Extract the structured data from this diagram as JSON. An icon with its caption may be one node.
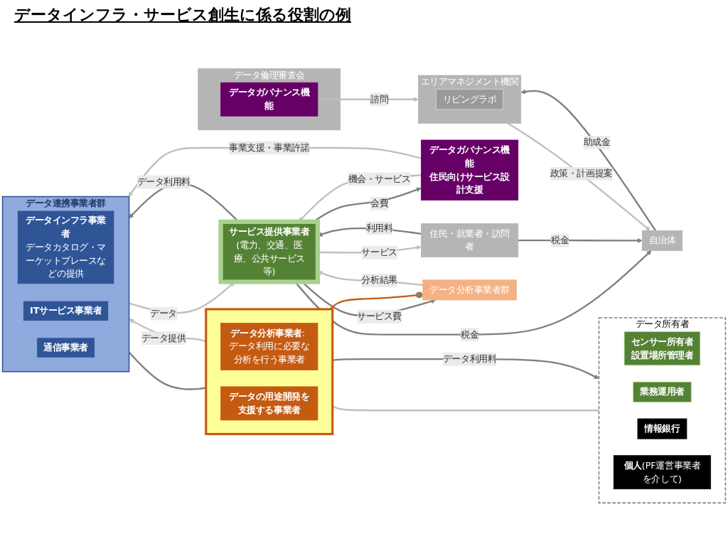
{
  "diagram": {
    "title": "データインフラ・サービス創生に係る役割の例",
    "nodes": [
      {
        "text": [
          "データ倫理審査会"
        ]
      },
      {
        "text": [
          "データガバナンス機能"
        ],
        "in": 0
      },
      {
        "text": [
          "エリアマネジメント機関"
        ]
      },
      {
        "text": [
          "リビングラボ"
        ],
        "in": 2
      },
      {
        "text": [
          "データガバナンス機能",
          "住民向けサービス設計支援"
        ]
      },
      {
        "text": [
          "自治体"
        ]
      },
      {
        "text": [
          "サービス提供事業者",
          "(電力、交通、医療、公共サービス等)"
        ]
      },
      {
        "text": [
          "住民・就業者・訪問者"
        ]
      },
      {
        "text": [
          "データ連携事業者群"
        ]
      },
      {
        "text": [
          "データインフラ事業者",
          "データカタログ・マーケットプレースなどの提供"
        ],
        "in": 8
      },
      {
        "text": [
          "ITサービス事業者"
        ],
        "in": 8
      },
      {
        "text": [
          "通信事業者"
        ],
        "in": 8
      },
      {
        "text": [
          "データ分析事業者群"
        ]
      },
      {
        "text": [],
        "shape": "box"
      },
      {
        "text": [
          "**データ分析事業者**: データ利用に必要な分析を行う事業者"
        ],
        "in": 13
      },
      {
        "text": [
          "データの用途開発を支援する事業者"
        ],
        "in": 13
      },
      {
        "text": [
          "データ所有者"
        ]
      },
      {
        "text": [
          "センサー所有者",
          "設置場所管理者"
        ],
        "in": 16
      },
      {
        "text": [
          "業務運用者"
        ],
        "in": 16
      },
      {
        "text": [
          "情報銀行"
        ],
        "in": 16
      },
      {
        "text": [
          "**個人**(PF運営事業者を介して)"
        ],
        "in": 16
      }
    ],
    "edges": [
      {
        "from": 1,
        "to": 2,
        "arrow": "to",
        "label": "諮問",
        "color": "#bfbfbf"
      },
      {
        "from": 5,
        "to": 2,
        "arrow": "to",
        "label": "助成金",
        "color": "#7f7f7f"
      },
      {
        "from": 2,
        "to": 5,
        "arrow": "to",
        "label": "政策・計画提案",
        "color": "#bfbfbf"
      },
      {
        "from": 6,
        "to": 5,
        "arrow": "to",
        "label": "税金",
        "color": "#7f7f7f"
      },
      {
        "from": 7,
        "to": 5,
        "arrow": "to",
        "label": "税金",
        "color": "#7f7f7f"
      },
      {
        "from": 6,
        "to": 4,
        "arrow": "to",
        "label": "会費",
        "color": "#7f7f7f"
      },
      {
        "from": 4,
        "to": 6,
        "arrow": "to",
        "label": "機会・サービス",
        "color": "#bfbfbf"
      },
      {
        "from": 4,
        "to": 8,
        "arrow": "to",
        "label": "事業支援・事業許諾",
        "color": "#bfbfbf"
      },
      {
        "from": 6,
        "to": 8,
        "arrow": "to",
        "label": "データ利用料",
        "color": "#7f7f7f"
      },
      {
        "from": 8,
        "to": 6,
        "arrow": "to",
        "label": "データ",
        "color": "#bfbfbf"
      },
      {
        "from": 7,
        "to": 6,
        "arrow": "to",
        "label": "利用料",
        "color": "#7f7f7f"
      },
      {
        "from": 6,
        "to": 7,
        "arrow": "to",
        "label": "サービス",
        "color": "#bfbfbf"
      },
      {
        "from": 6,
        "to": 12,
        "arrow": "to",
        "label": "サービス費",
        "color": "#7f7f7f"
      },
      {
        "from": 12,
        "to": 6,
        "arrow": "to",
        "label": "分析結果",
        "color": "#bfbfbf"
      },
      {
        "from": 13,
        "to": 12,
        "arrow": "other",
        "color": "#c55a11"
      },
      {
        "from": 8,
        "to": 13,
        "arrow": "none",
        "color": "#7f7f7f"
      },
      {
        "from": 13,
        "to": 8,
        "arrow": "to",
        "label": "データ提供",
        "color": "#bfbfbf"
      },
      {
        "from": 13,
        "to": 16,
        "arrow": "none",
        "color": "#bfbfbf"
      },
      {
        "from": 13,
        "to": 16,
        "arrow": "to",
        "label": "データ利用料",
        "color": "#7f7f7f"
      }
    ]
  }
}
